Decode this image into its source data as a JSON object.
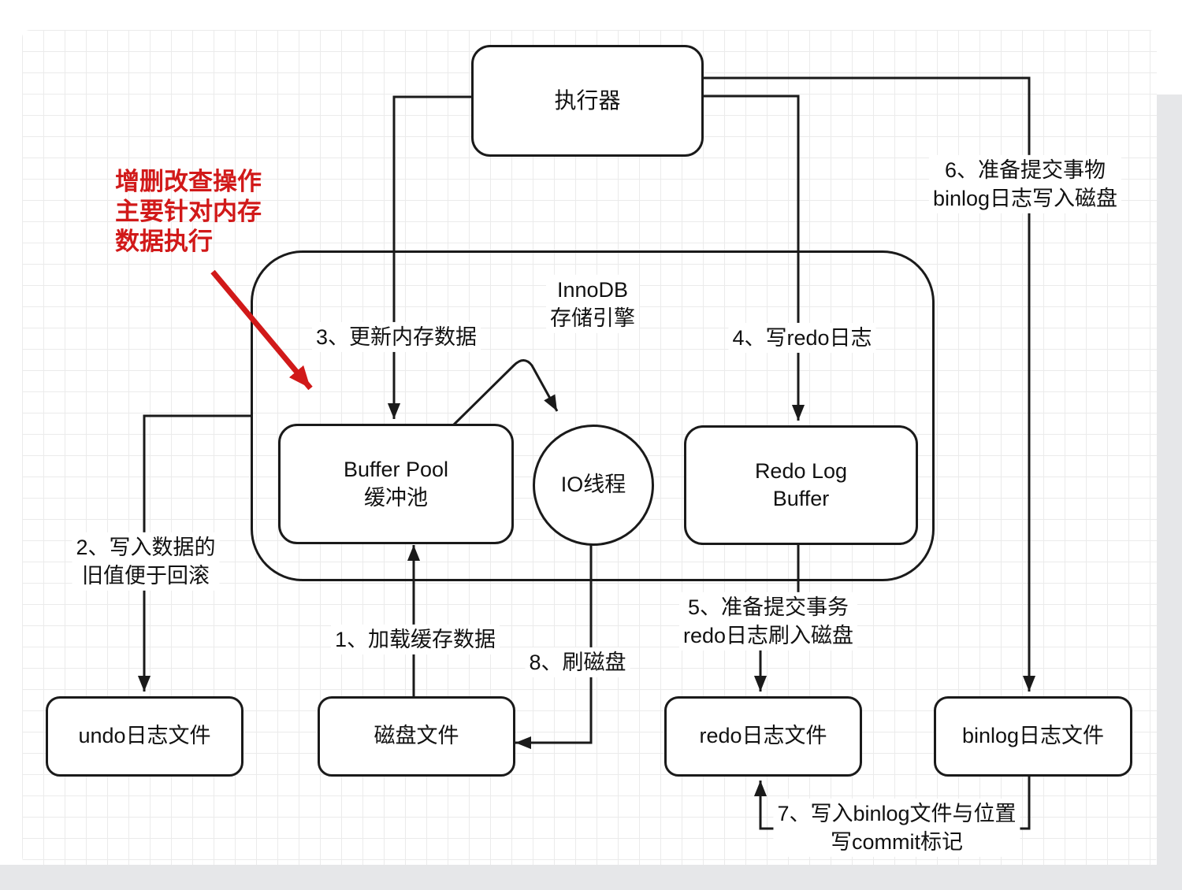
{
  "nodes": {
    "executor": {
      "label": "执行器"
    },
    "innodb": {
      "line1": "InnoDB",
      "line2": "存储引擎"
    },
    "buffer_pool": {
      "line1": "Buffer Pool",
      "line2": "缓冲池"
    },
    "io_thread": {
      "label": "IO线程"
    },
    "redo_log_buffer": {
      "line1": "Redo Log",
      "line2": "Buffer"
    },
    "undo_file": {
      "label": "undo日志文件"
    },
    "disk_file": {
      "label": "磁盘文件"
    },
    "redo_file": {
      "label": "redo日志文件"
    },
    "binlog_file": {
      "label": "binlog日志文件"
    }
  },
  "annotations": {
    "crud_note": {
      "line1": "增删改查操作",
      "line2": "主要针对内存",
      "line3": "数据执行"
    },
    "step1": {
      "label": "1、加载缓存数据"
    },
    "step2": {
      "line1": "2、写入数据的",
      "line2": "旧值便于回滚"
    },
    "step3": {
      "label": "3、更新内存数据"
    },
    "step4": {
      "label": "4、写redo日志"
    },
    "step5": {
      "line1": "5、准备提交事务",
      "line2": "redo日志刷入磁盘"
    },
    "step6": {
      "line1": "6、准备提交事物",
      "line2": "binlog日志写入磁盘"
    },
    "step7": {
      "line1": "7、写入binlog文件与位置",
      "line2": "写commit标记"
    },
    "step8": {
      "label": "8、刷磁盘"
    }
  },
  "colors": {
    "stroke": "#1a1a1a",
    "red_accent": "#d11919",
    "grid": "#ebebeb",
    "background": "#ffffff"
  }
}
